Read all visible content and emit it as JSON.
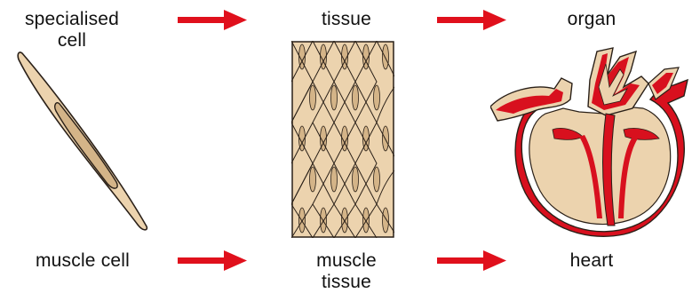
{
  "top_row": {
    "cell_label": "specialised\ncell",
    "tissue_label": "tissue",
    "organ_label": "organ"
  },
  "bottom_row": {
    "cell_label": "muscle cell",
    "tissue_label": "muscle\ntissue",
    "organ_label": "heart"
  },
  "icons": {
    "cell_figure": "muscle-cell-illustration",
    "tissue_figure": "muscle-tissue-illustration",
    "organ_figure": "heart-illustration",
    "arrow": "right-arrow-icon"
  },
  "colors": {
    "arrow": "#e0101c",
    "cell_fill": "#ecd3ae",
    "cell_nucleus": "#d4b488",
    "heart_red": "#d8101e",
    "outline": "#2a2018"
  }
}
